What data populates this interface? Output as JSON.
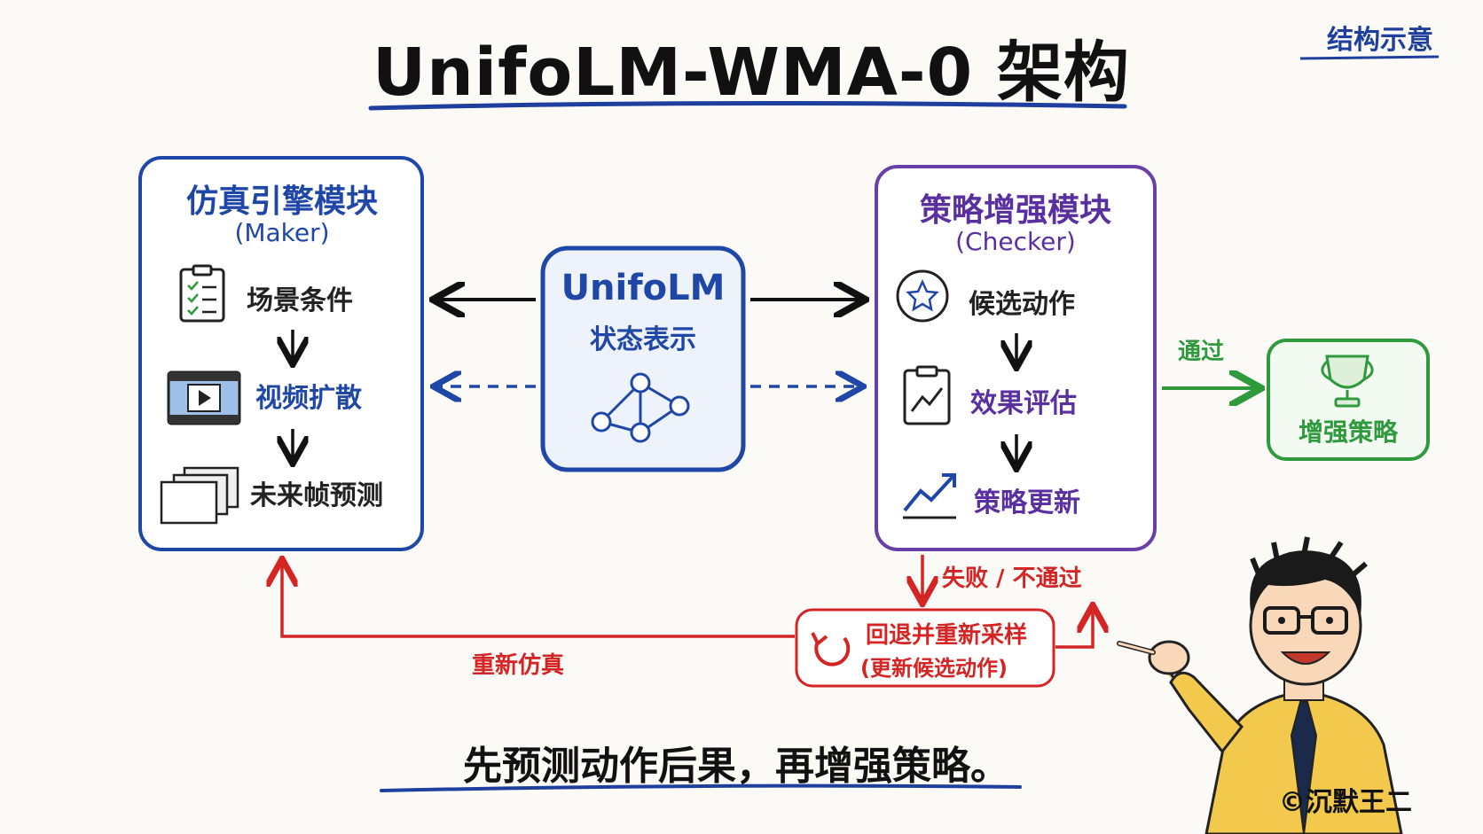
{
  "title": "UnifoLM-WMA-0 架构",
  "tag": "结构示意",
  "maker": {
    "title": "仿真引擎模块",
    "subtitle": "(Maker)",
    "items": [
      "场景条件",
      "视频扩散",
      "未来帧预测"
    ]
  },
  "center": {
    "title": "UnifoLM",
    "subtitle": "状态表示"
  },
  "checker": {
    "title": "策略增强模块",
    "subtitle": "(Checker)",
    "items": [
      "候选动作",
      "效果评估",
      "策略更新"
    ]
  },
  "result": {
    "pass_label": "通过",
    "box_label": "增强策略"
  },
  "feedback": {
    "fail_label": "失败 / 不通过",
    "rollback_title": "回退并重新采样",
    "rollback_sub": "(更新候选动作)",
    "resim_label": "重新仿真"
  },
  "tagline": "先预测动作后果，再增强策略。",
  "copyright": "©沉默王二",
  "colors": {
    "blue": "#1f47a8",
    "purple": "#5a2fa0",
    "green": "#2e9a3c",
    "red": "#d42424",
    "ink": "#111111"
  },
  "icons": [
    "clipboard-checklist-icon",
    "film-play-icon",
    "stacked-frames-icon",
    "network-graph-icon",
    "star-circle-icon",
    "chart-clipboard-icon",
    "trend-up-icon",
    "trophy-icon",
    "refresh-icon"
  ]
}
